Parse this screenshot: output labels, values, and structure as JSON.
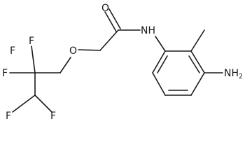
{
  "atom_labels": {
    "o_carbonyl": "O",
    "nh": "NH",
    "o_ether": "O",
    "f_top_left": "F",
    "f_top_right": "F",
    "f_left": "F",
    "f_bottom_left": "F",
    "f_bottom_right": "F",
    "nh2_main": "NH",
    "nh2_sub": "2"
  },
  "colors": {
    "bond": "#1a1a1a",
    "background": "#ffffff"
  }
}
